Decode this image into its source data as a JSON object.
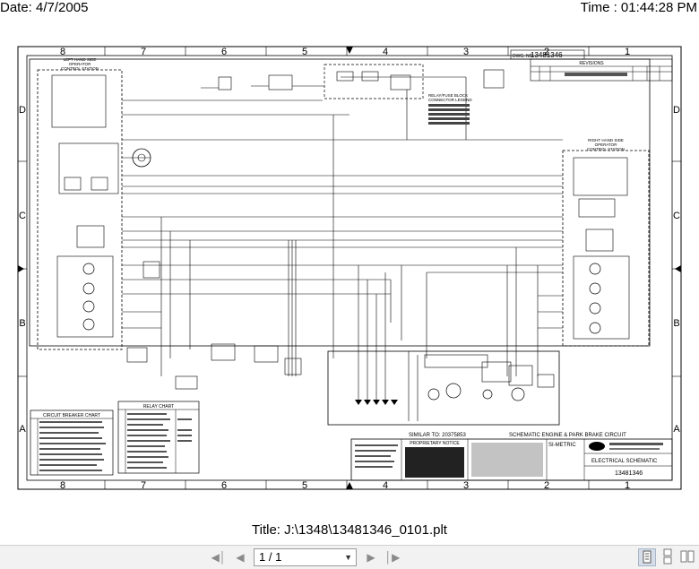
{
  "header": {
    "date": "Date: 4/7/2005",
    "time": "Time : 01:44:28 PM"
  },
  "drawing": {
    "border_columns": [
      "8",
      "7",
      "6",
      "5",
      "4",
      "3",
      "2",
      "1"
    ],
    "border_rows": [
      "D",
      "C",
      "B",
      "A"
    ],
    "doc_no": "13481346",
    "dwg_label": "DWG. NO.",
    "revisions_label": "REVISIONS",
    "lh_station": "LEFT HAND SIDE\nOPERATOR\nCONTROL STATION",
    "rh_station": "RIGHT HAND SIDE\nOPERATOR\nCONTROL STATION",
    "relay_legend": "RELAY/FUSE BLOCK\nCONNECTOR LEGEND",
    "similar_to": "SIMILAR TO: 20375853",
    "schematic_title": "SCHEMATIC ENGINE & PARK BRAKE CIRCUIT",
    "proprietary_notice": "PROPRIETARY NOTICE",
    "metric": "SI-METRIC",
    "electrical_schematic": "ELECTRICAL SCHEMATIC",
    "title_doc_no": "13481346",
    "circuit_breaker_chart": "CIRCUIT BREAKER CHART",
    "relay_chart": "RELAY CHART"
  },
  "footer": {
    "title": "Title: J:\\1348\\13481346_0101.plt"
  },
  "toolbar": {
    "page_value": "1 / 1",
    "first_icon": "first-page-icon",
    "prev_icon": "prev-page-icon",
    "next_icon": "next-page-icon",
    "last_icon": "last-page-icon"
  }
}
